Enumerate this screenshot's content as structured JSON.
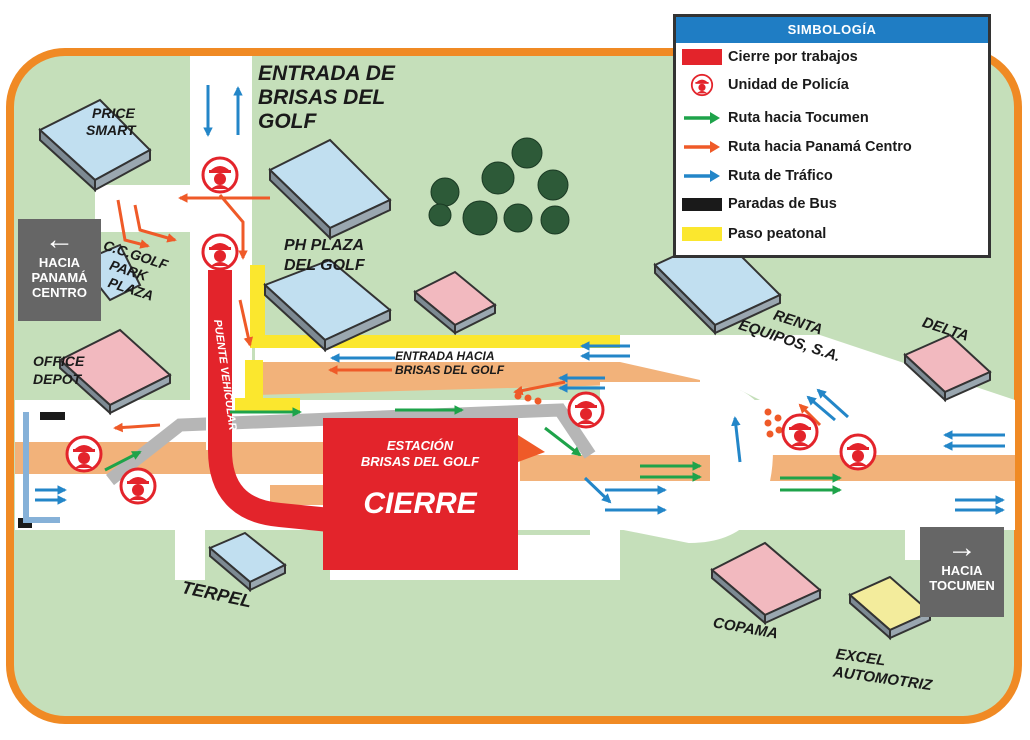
{
  "colors": {
    "background": "#c5dfba",
    "border": "#f08a24",
    "road": "#ffffff",
    "median": "#f2b27a",
    "closure": "#e3242b",
    "pedestrian": "#fbe72e",
    "bus": "#1a1a1a",
    "route_tocumen": "#1ea34a",
    "route_centro": "#ef5a28",
    "route_traffic": "#2386c8",
    "building_blue": "#c1dff0",
    "building_pink": "#f2b9bf",
    "building_yellow": "#f3ec9c",
    "tree": "#2d5a38"
  },
  "legend": {
    "title": "SIMBOLOGÍA",
    "items": [
      {
        "label": "Cierre por trabajos",
        "icon": "red-rectangle-icon"
      },
      {
        "label": "Unidad de Policía",
        "icon": "police-icon"
      },
      {
        "label": "Ruta hacia Tocumen",
        "icon": "green-arrow-icon"
      },
      {
        "label": "Ruta hacia Panamá Centro",
        "icon": "orange-arrow-icon"
      },
      {
        "label": "Ruta de Tráfico",
        "icon": "blue-arrow-icon"
      },
      {
        "label": "Paradas de Bus",
        "icon": "black-rectangle-icon"
      },
      {
        "label": "Paso peatonal",
        "icon": "yellow-rectangle-icon"
      }
    ]
  },
  "directions": {
    "centro": {
      "line1": "HACIA",
      "line2": "PANAMÁ",
      "line3": "CENTRO"
    },
    "tocumen": {
      "line1": "HACIA",
      "line2": "TOCUMEN"
    }
  },
  "labels": {
    "entrada_1": "ENTRADA DE",
    "entrada_2": "BRISAS DEL",
    "entrada_3": "GOLF",
    "price_1": "PRICE",
    "price_2": "SMART",
    "cc_1": "C.C.GOLF",
    "cc_2": "PARK",
    "cc_3": "PLAZA",
    "office_1": "OFFICE",
    "office_2": "DEPOT",
    "ph_1": "PH PLAZA",
    "ph_2": "DEL GOLF",
    "entrada_hacia_1": "ENTRADA HACIA",
    "entrada_hacia_2": "BRISAS DEL GOLF",
    "renta_1": "RENTA",
    "renta_2": "EQUIPOS, S.A.",
    "delta": "DELTA",
    "puente": "PUENTE VEHICULAR",
    "estacion_1": "ESTACIÓN",
    "estacion_2": "BRISAS DEL GOLF",
    "cierre": "CIERRE",
    "terpel": "TERPEL",
    "copama": "COPAMA",
    "excel_1": "EXCEL",
    "excel_2": "AUTOMOTRIZ"
  }
}
